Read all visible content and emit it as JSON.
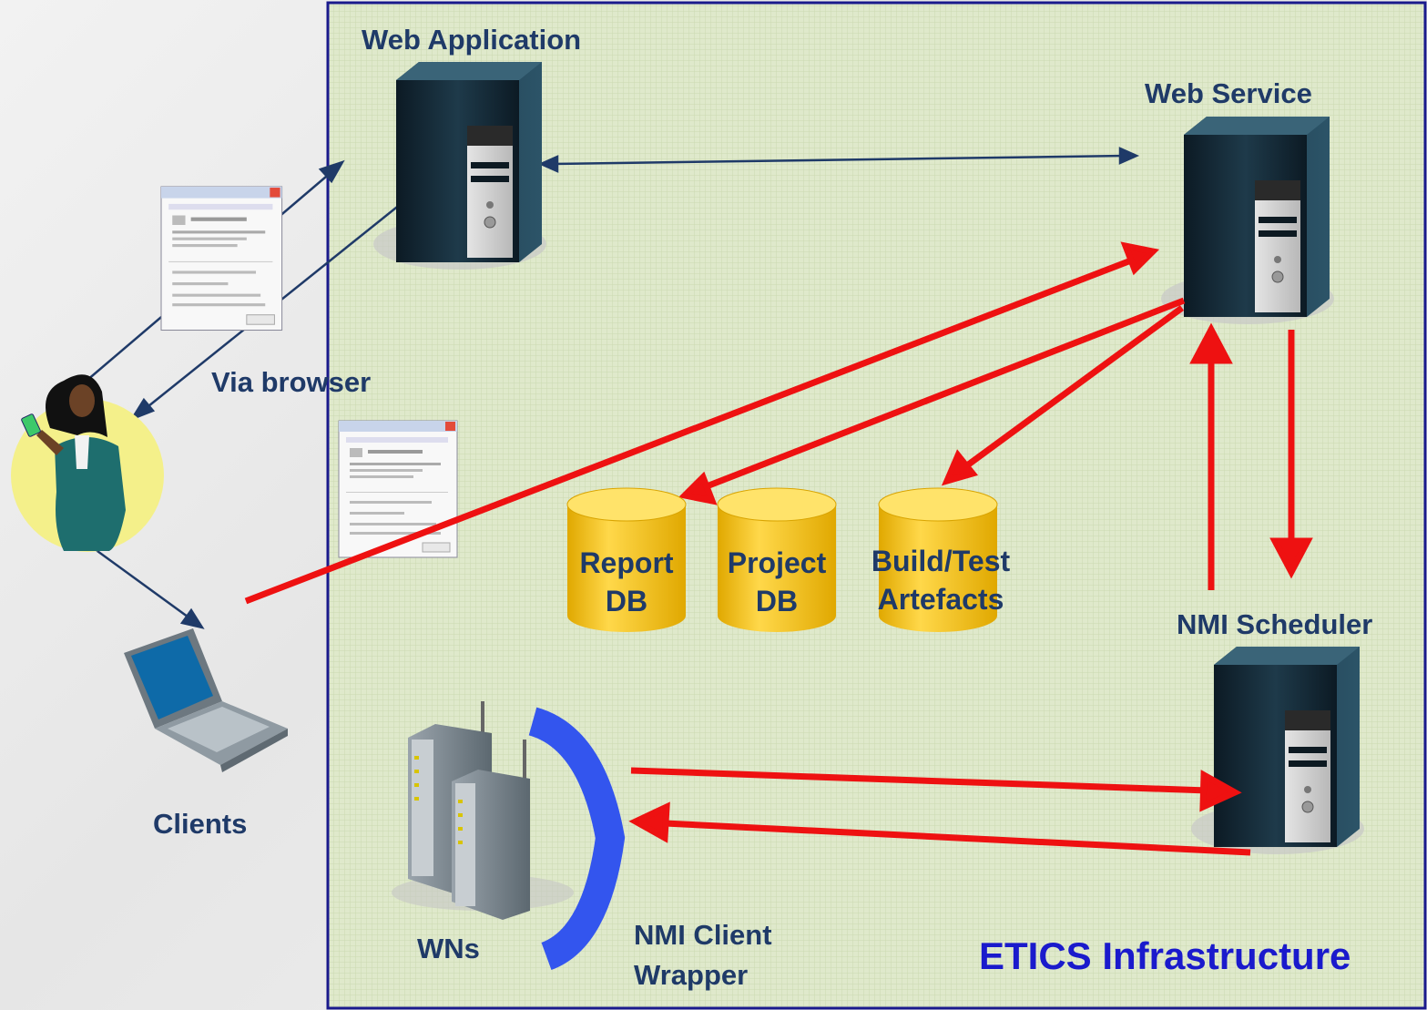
{
  "labels": {
    "web_application": "Web Application",
    "web_service": "Web Service",
    "via_browser": "Via browser",
    "clients": "Clients",
    "nmi_scheduler": "NMI Scheduler",
    "wns": "WNs",
    "nmi_client_wrapper_line1": "NMI Client",
    "nmi_client_wrapper_line2": "Wrapper",
    "etics_infrastructure": "ETICS Infrastructure"
  },
  "databases": [
    {
      "line1": "Report",
      "line2": "DB"
    },
    {
      "line1": "Project",
      "line2": "DB"
    },
    {
      "line1": "Build/Test",
      "line2": "Artefacts"
    }
  ],
  "icons": [
    "server-icon",
    "woman-with-phone-icon",
    "laptop-icon",
    "certificate-dialog-icon",
    "router-icon",
    "database-cylinder-icon"
  ],
  "colors": {
    "panel_bg": "#dde8c8",
    "panel_border": "#1a1a8c",
    "red_arrow": "#ee1111",
    "navy_line": "#1f3a68",
    "cylinder": "#f5c518",
    "arc_blue": "#3355ee",
    "title_blue": "#1a1acc"
  }
}
